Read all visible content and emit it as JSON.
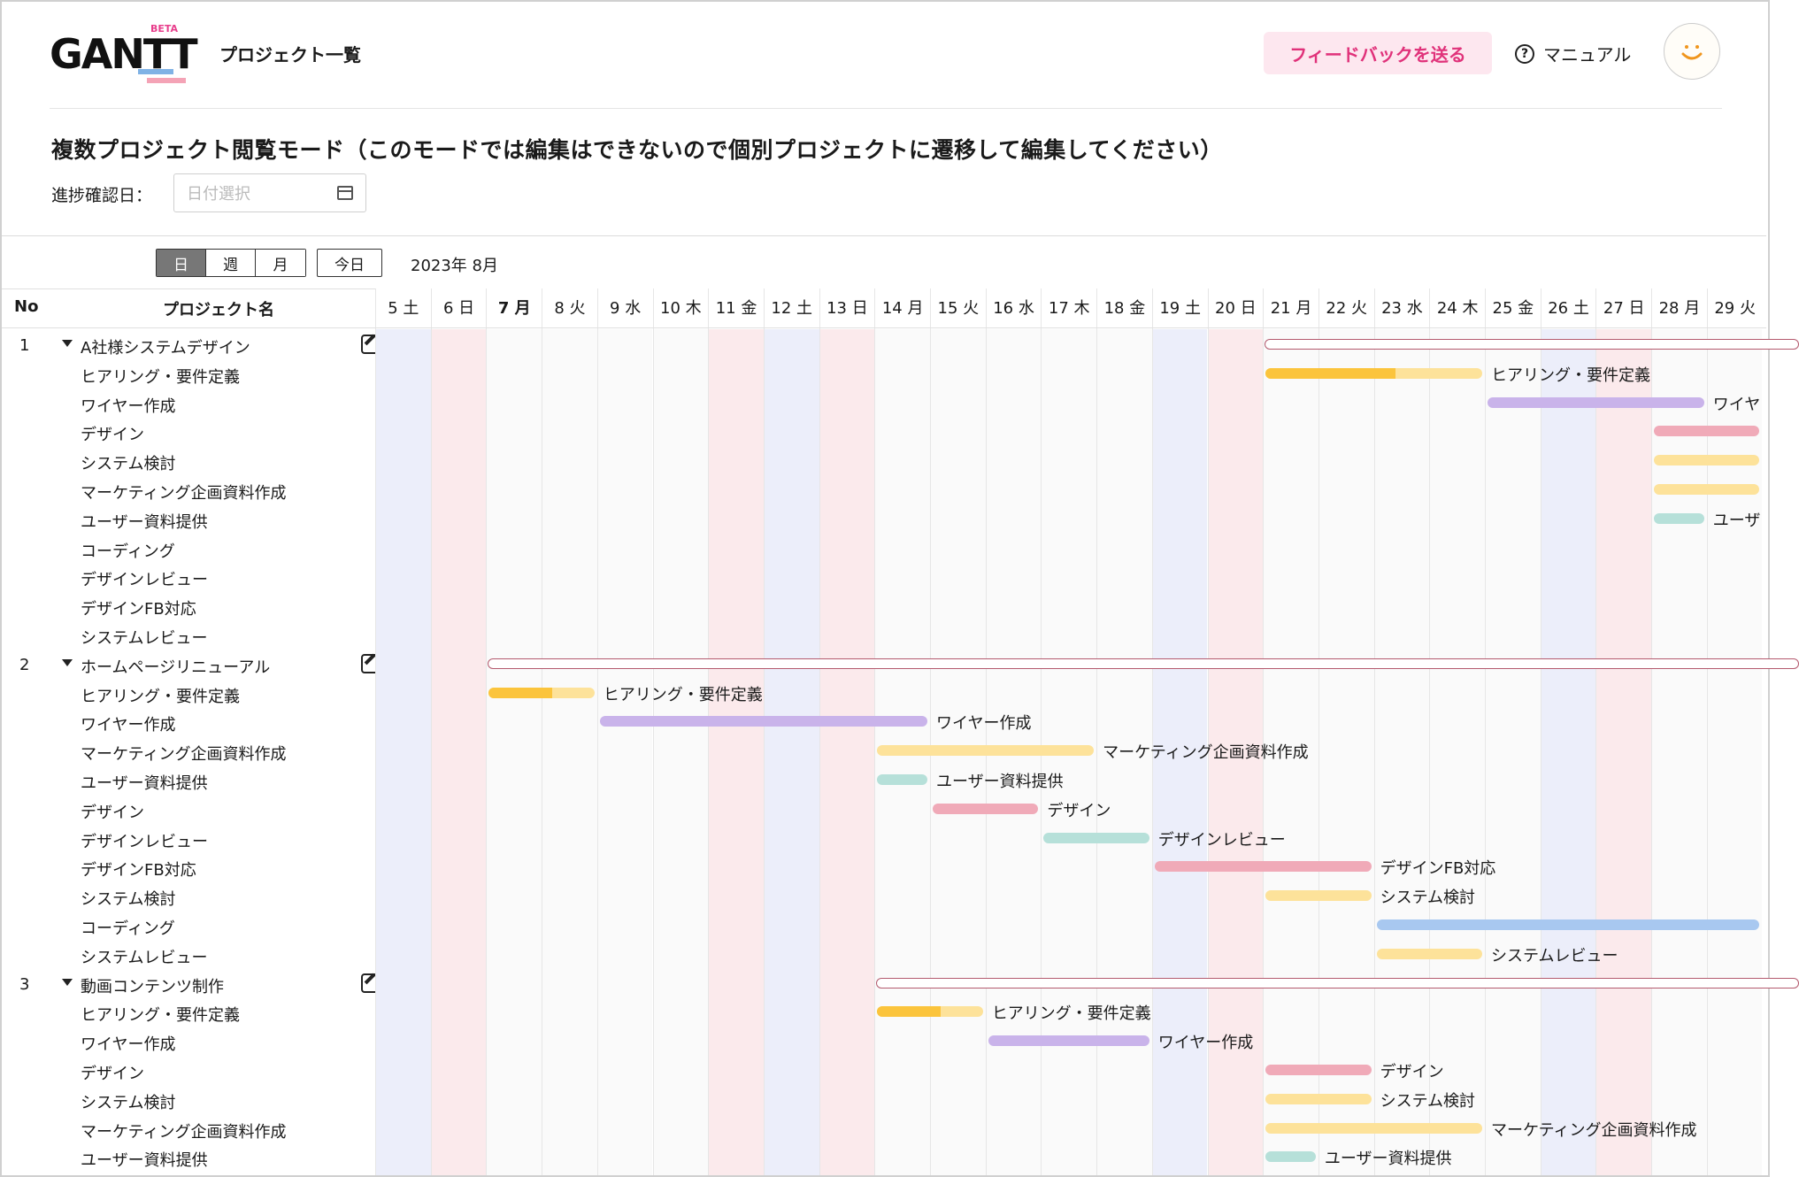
{
  "app": {
    "logo_text": "GANTT",
    "logo_badge": "BETA",
    "nav_title": "プロジェクト一覧"
  },
  "header": {
    "feedback_label": "フィードバックを送る",
    "manual_label": "マニュアル",
    "help_glyph": "?"
  },
  "mode_title": "複数プロジェクト閲覧モード（このモードでは編集はできないので個別プロジェクトに遷移して編集してください）",
  "progress_date": {
    "label": "進捗確認日：",
    "placeholder": "日付選択"
  },
  "view": {
    "day": "日",
    "week": "週",
    "month": "月",
    "today": "今日",
    "active": "day",
    "month_label": "2023年 8月"
  },
  "table": {
    "col_no": "No",
    "col_name": "プロジェクト名"
  },
  "colors": {
    "orange": "#fbc43c",
    "orange_light": "#fde29a",
    "purple": "#c9b3ea",
    "pink": "#f0aab8",
    "yellow": "#fde29a",
    "teal": "#b6e0d9",
    "blue": "#a8c8f0",
    "sat_bg": "#eceefa",
    "sun_bg": "#fbeaec",
    "feedback_text": "#e0327a"
  },
  "days": [
    {
      "d": "5",
      "w": "土",
      "t": "sat"
    },
    {
      "d": "6",
      "w": "日",
      "t": "sun"
    },
    {
      "d": "7",
      "w": "月",
      "t": "wk",
      "bold": true
    },
    {
      "d": "8",
      "w": "火",
      "t": "wk"
    },
    {
      "d": "9",
      "w": "水",
      "t": "wk"
    },
    {
      "d": "10",
      "w": "木",
      "t": "wk"
    },
    {
      "d": "11",
      "w": "金",
      "t": "hol"
    },
    {
      "d": "12",
      "w": "土",
      "t": "sat"
    },
    {
      "d": "13",
      "w": "日",
      "t": "sun"
    },
    {
      "d": "14",
      "w": "月",
      "t": "wk"
    },
    {
      "d": "15",
      "w": "火",
      "t": "wk"
    },
    {
      "d": "16",
      "w": "水",
      "t": "wk"
    },
    {
      "d": "17",
      "w": "木",
      "t": "wk"
    },
    {
      "d": "18",
      "w": "金",
      "t": "wk"
    },
    {
      "d": "19",
      "w": "土",
      "t": "sat"
    },
    {
      "d": "20",
      "w": "日",
      "t": "sun"
    },
    {
      "d": "21",
      "w": "月",
      "t": "wk"
    },
    {
      "d": "22",
      "w": "火",
      "t": "wk"
    },
    {
      "d": "23",
      "w": "水",
      "t": "wk"
    },
    {
      "d": "24",
      "w": "木",
      "t": "wk"
    },
    {
      "d": "25",
      "w": "金",
      "t": "wk"
    },
    {
      "d": "26",
      "w": "土",
      "t": "sat"
    },
    {
      "d": "27",
      "w": "日",
      "t": "sun"
    },
    {
      "d": "28",
      "w": "月",
      "t": "wk"
    },
    {
      "d": "29",
      "w": "火",
      "t": "wk"
    }
  ],
  "projects": [
    {
      "no": "1",
      "name": "A社様システムデザイン",
      "bar": {
        "start": 16,
        "end": 25
      },
      "tasks": [
        {
          "name": "ヒアリング・要件定義",
          "start": 16,
          "end": 20,
          "color": "yellow",
          "progress": 0.6,
          "label": "ヒアリング・要件定義"
        },
        {
          "name": "ワイヤー作成",
          "start": 20,
          "end": 24,
          "color": "purple",
          "label": "ワイヤ"
        },
        {
          "name": "デザイン",
          "start": 23,
          "end": 25,
          "color": "pink",
          "label": ""
        },
        {
          "name": "システム検討",
          "start": 23,
          "end": 25,
          "color": "yellow",
          "label": ""
        },
        {
          "name": "マーケティング企画資料作成",
          "start": 23,
          "end": 25,
          "color": "yellow",
          "label": ""
        },
        {
          "name": "ユーザー資料提供",
          "start": 23,
          "end": 24,
          "color": "teal",
          "label": "ユーザ"
        },
        {
          "name": "コーディング"
        },
        {
          "name": "デザインレビュー"
        },
        {
          "name": "デザインFB対応"
        },
        {
          "name": "システムレビュー"
        }
      ]
    },
    {
      "no": "2",
      "name": "ホームページリニューアル",
      "bar": {
        "start": 2,
        "end": 25
      },
      "tasks": [
        {
          "name": "ヒアリング・要件定義",
          "start": 2,
          "end": 4,
          "color": "yellow",
          "progress": 0.6,
          "label": "ヒアリング・要件定義"
        },
        {
          "name": "ワイヤー作成",
          "start": 4,
          "end": 10,
          "color": "purple",
          "label": "ワイヤー作成"
        },
        {
          "name": "マーケティング企画資料作成",
          "start": 9,
          "end": 13,
          "color": "yellow",
          "label": "マーケティング企画資料作成"
        },
        {
          "name": "ユーザー資料提供",
          "start": 9,
          "end": 10,
          "color": "teal",
          "label": "ユーザー資料提供"
        },
        {
          "name": "デザイン",
          "start": 10,
          "end": 12,
          "color": "pink",
          "label": "デザイン"
        },
        {
          "name": "デザインレビュー",
          "start": 12,
          "end": 14,
          "color": "teal",
          "label": "デザインレビュー"
        },
        {
          "name": "デザインFB対応",
          "start": 14,
          "end": 18,
          "color": "pink",
          "label": "デザインFB対応"
        },
        {
          "name": "システム検討",
          "start": 16,
          "end": 18,
          "color": "yellow",
          "label": "システム検討"
        },
        {
          "name": "コーディング",
          "start": 18,
          "end": 25,
          "color": "blue",
          "label": ""
        },
        {
          "name": "システムレビュー",
          "start": 18,
          "end": 20,
          "color": "yellow",
          "label": "システムレビュー"
        }
      ]
    },
    {
      "no": "3",
      "name": "動画コンテンツ制作",
      "bar": {
        "start": 9,
        "end": 25
      },
      "tasks": [
        {
          "name": "ヒアリング・要件定義",
          "start": 9,
          "end": 11,
          "color": "yellow",
          "progress": 0.6,
          "label": "ヒアリング・要件定義"
        },
        {
          "name": "ワイヤー作成",
          "start": 11,
          "end": 14,
          "color": "purple",
          "label": "ワイヤー作成"
        },
        {
          "name": "デザイン",
          "start": 16,
          "end": 18,
          "color": "pink",
          "label": "デザイン"
        },
        {
          "name": "システム検討",
          "start": 16,
          "end": 18,
          "color": "yellow",
          "label": "システム検討"
        },
        {
          "name": "マーケティング企画資料作成",
          "start": 16,
          "end": 20,
          "color": "yellow",
          "label": "マーケティング企画資料作成"
        },
        {
          "name": "ユーザー資料提供",
          "start": 16,
          "end": 17,
          "color": "teal",
          "label": "ユーザー資料提供"
        }
      ]
    }
  ]
}
